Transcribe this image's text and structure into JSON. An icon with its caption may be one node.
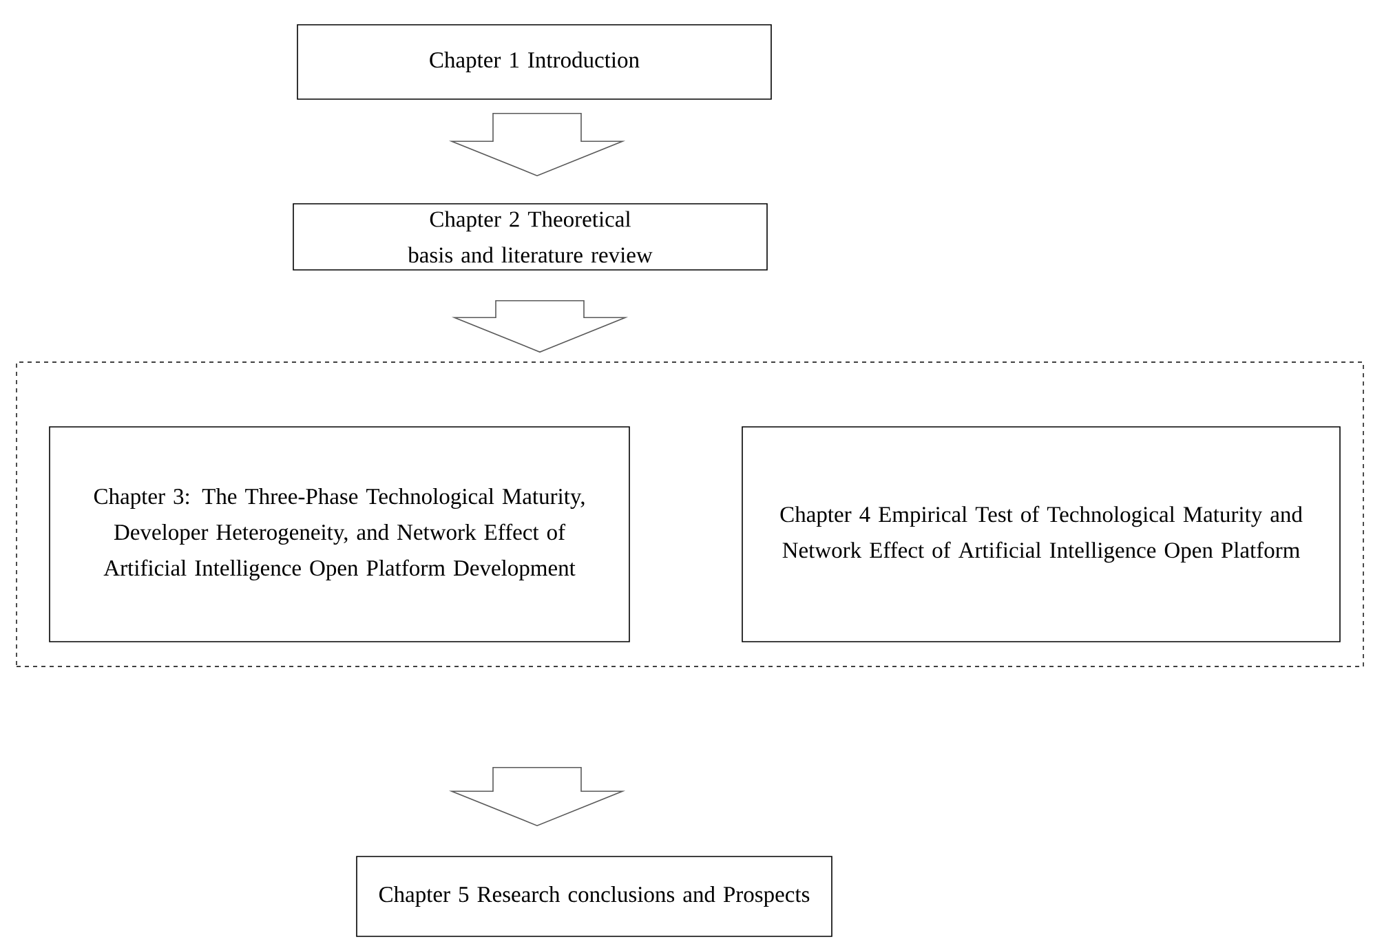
{
  "diagram": {
    "nodes": [
      {
        "text": [
          "Chapter 1 Introduction"
        ]
      },
      {
        "text": [
          "Chapter 2 Theoretical basis and literature review"
        ]
      },
      {
        "text": [],
        "shape": "box"
      },
      {
        "text": [
          "Chapter 3: The Three-Phase Technological Maturity, Developer Heterogeneity, and Network Effect of Artificial Intelligence Open Platform Development"
        ],
        "in": 2
      },
      {
        "text": [
          "Chapter 4 Empirical Test of Technological Maturity and Network Effect of Artificial Intelligence Open Platform"
        ],
        "in": 2
      },
      {
        "text": [
          "Chapter 5 Research conclusions and Prospects"
        ]
      }
    ],
    "edges": [
      {
        "from": 0,
        "to": 1,
        "arrow": "to"
      },
      {
        "from": 1,
        "to": 2,
        "arrow": "to"
      },
      {
        "from": 2,
        "to": 5,
        "arrow": "to"
      }
    ]
  }
}
